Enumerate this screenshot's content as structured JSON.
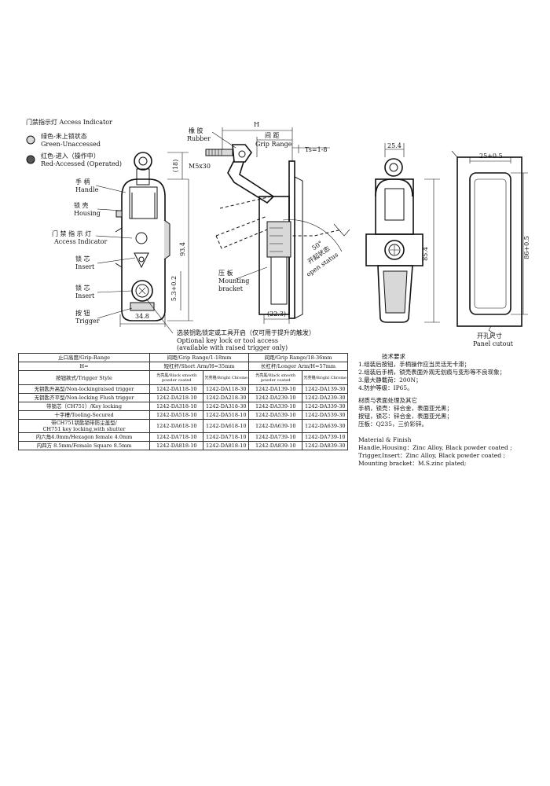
{
  "access_indicator": {
    "title": "门禁指示灯 Access Indicator",
    "green_cn": "绿色-未上锁状态",
    "green_en": "Green-Unaccessed",
    "red_cn": "红色-进入（操作中）",
    "red_en": "Red-Accessed (Operated)",
    "green_color": "#bdbdbd",
    "red_color": "#555555"
  },
  "front_view": {
    "handle_cn": "手 柄",
    "handle_en": "Handle",
    "housing_cn": "锁 壳",
    "housing_en": "Housing",
    "indicator_cn": "门 禁 指 示 灯",
    "indicator_en": "Access Indicator",
    "insert1_cn": "锁 芯",
    "insert1_en": "Insert",
    "insert2_cn": "锁 芯",
    "insert2_en": "Insert",
    "trigger_cn": "按 钮",
    "trigger_en": "Trigger",
    "dim_18": "(18)",
    "dim_93": "93.4",
    "dim_53": "5.3+0.2",
    "dim_34": "34.8"
  },
  "side_view": {
    "dim_h": "H",
    "grip_cn": "间 距",
    "grip_en": "Grip Range",
    "ts": "Ts=1-8",
    "rubber_cn": "橡 胶",
    "rubber_en": "Rubber",
    "screw": "M5x30",
    "open_angle": "50°",
    "open_cn": "开起状态",
    "open_en": "open status",
    "bracket_cn": "压 板",
    "bracket_en": "Mounting",
    "bracket_en2": "bracket",
    "dim_223": "(22.3)"
  },
  "note": {
    "cn": "选装钥匙锁定或工具开启（仅可用于提升的触发）",
    "en1": "Optional key lock or tool access",
    "en2": "(available with raised trigger only)"
  },
  "back_view": {
    "dim_25": "25.4",
    "dim_85": "85.4"
  },
  "panel": {
    "dim_25": "25+0.5",
    "dim_86": "86+0.5",
    "label_cn": "开孔尺寸",
    "label_en": "Panel cutout"
  },
  "table": {
    "grip_label": "止口高度/Grip-Range",
    "short_grip": "间距/Grip Range/1-18mm",
    "long_grip": "间距/Grip Range/18-36mm",
    "h_label": "H=",
    "short_arm": "短杠杆/Short Arm/H=35mm",
    "long_arm": "长杠杆/Longer Arm/H=57mm",
    "trigger_label": "按钮款式/Trigger Style",
    "black": "光亮黑/Black smooth powder coated",
    "chrome": "光亮铬/Bright Chrome",
    "rows": [
      {
        "label": "无钥匙升高型/Non-lockingraised trigger",
        "c": [
          "1242-DA118-10",
          "1242-DA118-30",
          "1242-DA139-10",
          "1242-DA139-30"
        ]
      },
      {
        "label": "无钥匙齐平型/Non-locking Flush trigger",
        "c": [
          "1242-DA218-10",
          "1242-DA218-30",
          "1242-DA239-10",
          "1242-DA239-30"
        ]
      },
      {
        "label": "带锁芯（CH751）/Key locking",
        "c": [
          "1242-DA318-10",
          "1242-DA318-30",
          "1242-DA339-10",
          "1242-DA339-30"
        ]
      },
      {
        "label": "十字槽/Tooling-Secured",
        "c": [
          "1242-DA518-10",
          "1242-DA518-10",
          "1242-DA539-10",
          "1242-DA539-30"
        ]
      },
      {
        "label": "带CH751钥匙锁带防尘盖型/",
        "label2": "CH751 key locking,with shutter",
        "c": [
          "1242-DA618-10",
          "1242-DA618-10",
          "1242-DA639-10",
          "1242-DA639-30"
        ]
      },
      {
        "label": "内六角4.0mm/Hexagon female 4.0mm",
        "c": [
          "1242-DA718-10",
          "1242-DA718-10",
          "1242-DA739-10",
          "1242-DA739-10"
        ]
      },
      {
        "label": "内四方 8.5mm/Female Square 8.5mm",
        "c": [
          "1242-DA818-10",
          "1242-DA818-10",
          "1242-DA839-10",
          "1242-DA839-30"
        ]
      }
    ]
  },
  "requirements": {
    "title": "技术要求",
    "items": [
      "1.组装后按钮，手柄操作应当灵活无卡滞；",
      "2.组装后手柄，锁壳表面外观无划痕与变形等不良现象；",
      "3.最大静载荷：200N；",
      "4.防护等级：IP65。"
    ],
    "material_title_cn": "材质与表面处理及其它",
    "material_cn": [
      "手柄，锁壳：锌合金，表面亚光黑；",
      "按钮，锁芯：锌合金，表面亚光黑；",
      "压板：Q235，三价彩锌。"
    ],
    "material_title_en": "Material & Finish",
    "material_en": [
      "Handle,Housing：Zinc Alloy, Black powder coated ;",
      "Trigger,Insert：Zinc Alloy, Black powder coated ;",
      "Mounting bracket：M.S.zinc plated;"
    ]
  }
}
